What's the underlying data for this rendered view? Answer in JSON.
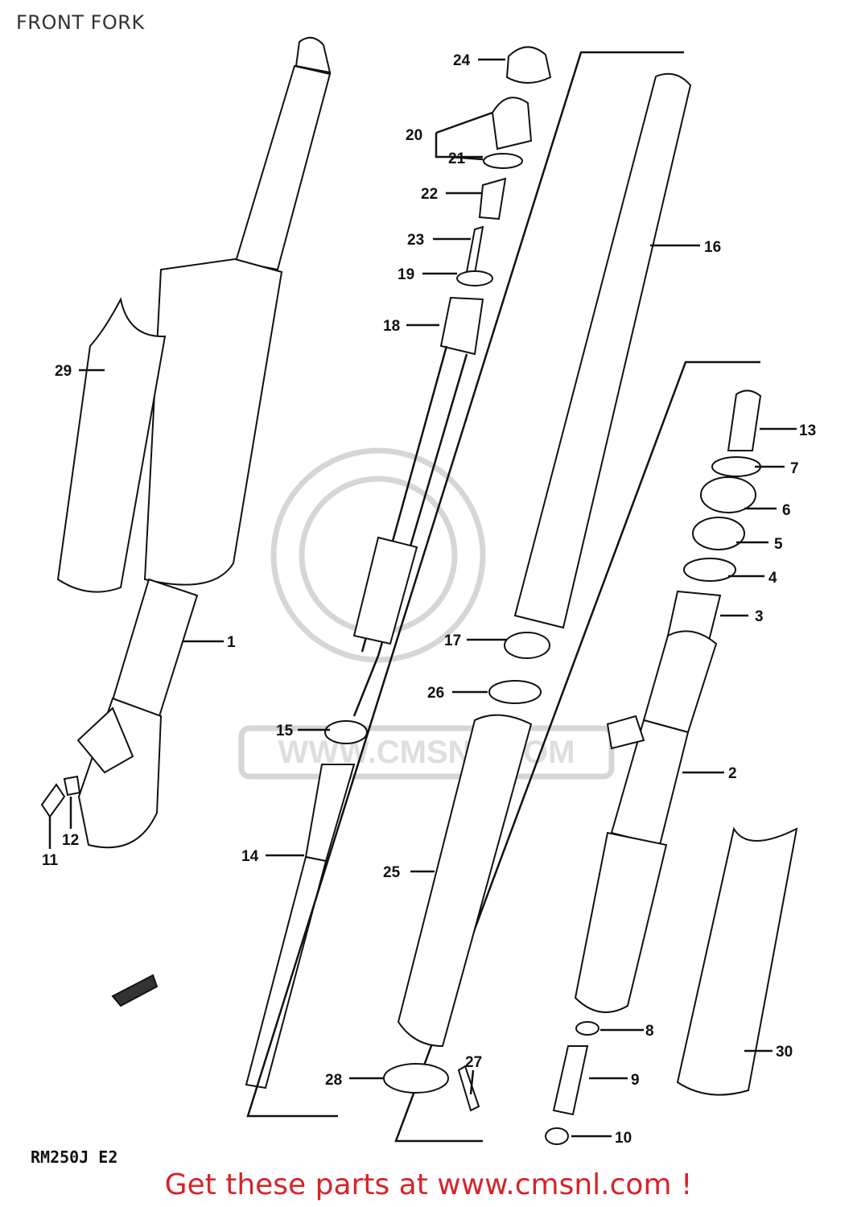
{
  "title": "FRONT FORK",
  "model_code": "RM250J  E2",
  "footer": "Get these parts at www.cmsnl.com !",
  "watermark_text": "WWW.CMSNL.COM",
  "colors": {
    "footer": "#d8232a",
    "lines": "#111111",
    "watermark": "#d6d6d6"
  },
  "callouts": [
    {
      "id": "1",
      "label": "1"
    },
    {
      "id": "2",
      "label": "2"
    },
    {
      "id": "3",
      "label": "3"
    },
    {
      "id": "4",
      "label": "4"
    },
    {
      "id": "5",
      "label": "5"
    },
    {
      "id": "6",
      "label": "6"
    },
    {
      "id": "7",
      "label": "7"
    },
    {
      "id": "8",
      "label": "8"
    },
    {
      "id": "9",
      "label": "9"
    },
    {
      "id": "10",
      "label": "10"
    },
    {
      "id": "11",
      "label": "11"
    },
    {
      "id": "12",
      "label": "12"
    },
    {
      "id": "13",
      "label": "13"
    },
    {
      "id": "14",
      "label": "14"
    },
    {
      "id": "15",
      "label": "15"
    },
    {
      "id": "16",
      "label": "16"
    },
    {
      "id": "17",
      "label": "17"
    },
    {
      "id": "18",
      "label": "18"
    },
    {
      "id": "19",
      "label": "19"
    },
    {
      "id": "20",
      "label": "20"
    },
    {
      "id": "21",
      "label": "21"
    },
    {
      "id": "22",
      "label": "22"
    },
    {
      "id": "23",
      "label": "23"
    },
    {
      "id": "24",
      "label": "24"
    },
    {
      "id": "25",
      "label": "25"
    },
    {
      "id": "26",
      "label": "26"
    },
    {
      "id": "27",
      "label": "27"
    },
    {
      "id": "28",
      "label": "28"
    },
    {
      "id": "29",
      "label": "29"
    },
    {
      "id": "30",
      "label": "30"
    }
  ]
}
